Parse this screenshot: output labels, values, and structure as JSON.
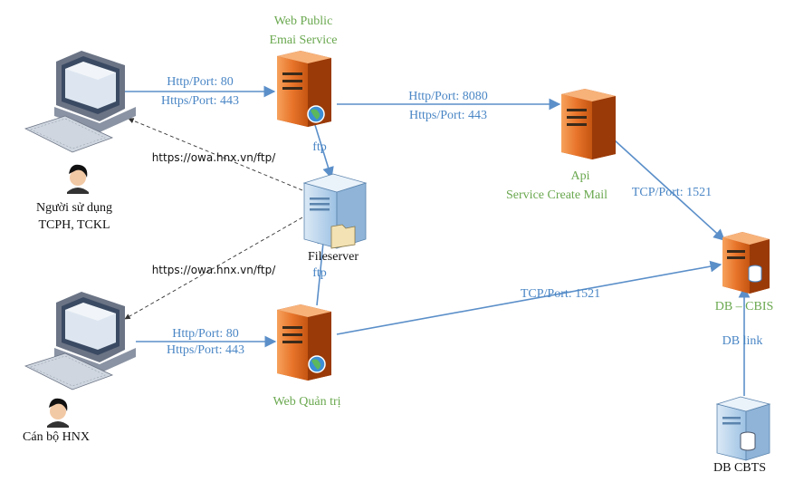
{
  "nodes": {
    "web_public": {
      "label_line1": "Web Public",
      "label_line2": "Emai Service"
    },
    "api": {
      "label_line1": "Api",
      "label_line2": "Service Create Mail"
    },
    "fileserver": {
      "label": "Fileserver"
    },
    "web_admin": {
      "label": "Web Quản trị"
    },
    "db_cbis": {
      "label": "DB – CBIS"
    },
    "db_cbts": {
      "label": "DB CBTS"
    },
    "user_tcph": {
      "label_line1": "Người sử dụng",
      "label_line2": "TCPH, TCKL"
    },
    "user_hnx": {
      "label": "Cán bộ HNX"
    }
  },
  "edges": {
    "user_to_webpublic": {
      "line1": "Http/Port: 80",
      "line2": "Https/Port: 443"
    },
    "webpublic_to_api": {
      "line1": "Http/Port: 8080",
      "line2": "Https/Port: 443"
    },
    "api_to_dbcbis": {
      "label": "TCP/Port: 1521"
    },
    "webpublic_to_fileserver": {
      "label": "ftp"
    },
    "fileserver_to_user1": {
      "label": "https://owa.hnx.vn/ftp/"
    },
    "fileserver_to_user2": {
      "label": "https://owa.hnx.vn/ftp/"
    },
    "webadmin_to_fileserver": {
      "label": "ftp"
    },
    "user_to_webadmin": {
      "line1": "Http/Port: 80",
      "line2": "Https/Port: 443"
    },
    "webadmin_to_dbcbis": {
      "label": "TCP/Port: 1521"
    },
    "dbcbts_to_dbcbis": {
      "label": "DB link"
    }
  },
  "colors": {
    "arrow": "#5b8fc9",
    "label_green": "#6aa84f",
    "label_blue": "#4a86c5",
    "server_orange": "#e8742a"
  }
}
